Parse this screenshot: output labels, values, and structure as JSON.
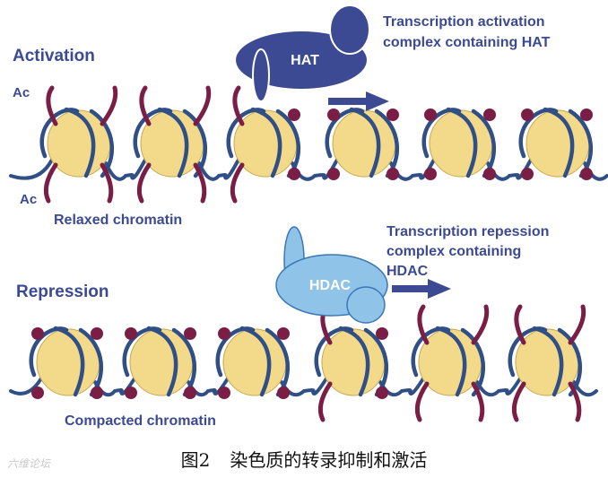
{
  "top": {
    "section_label": "Activation",
    "ac_label_top": "Ac",
    "ac_label_bottom": "Ac",
    "enzyme_label": "HAT",
    "complex_label_line1": "Transcription activation",
    "complex_label_line2": "complex containing HAT",
    "state_label": "Relaxed chromatin"
  },
  "bottom": {
    "section_label": "Repression",
    "enzyme_label": "HDAC",
    "complex_label_line1": "Transcription repession",
    "complex_label_line2": "complex containing",
    "complex_label_line3": "HDAC",
    "state_label": "Compacted chromatin"
  },
  "caption": {
    "figure_number": "图2",
    "title": "染色质的转录抑制和激活"
  },
  "watermark": "六维论坛",
  "colors": {
    "dna": "#2f4f86",
    "histone_fill": "#f3d98a",
    "histone_stroke": "#c9a94e",
    "tail": "#7a1e45",
    "hat": "#3b4a92",
    "hdac": "#8fc3e8",
    "arrow": "#3b4a92",
    "label": "#3b4a92"
  }
}
